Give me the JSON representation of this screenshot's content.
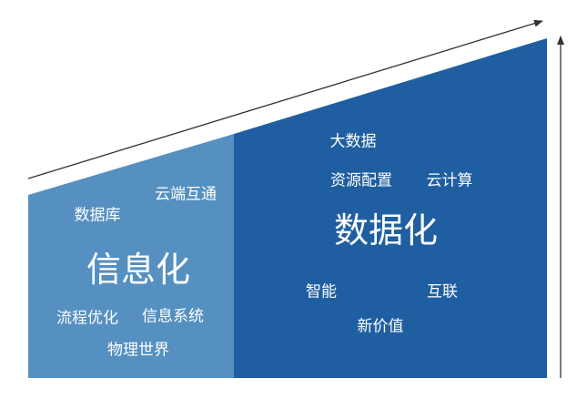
{
  "colors": {
    "left_section": "#5590c0",
    "right_section": "#1f5fa1",
    "arrow": "#333333",
    "text": "#ffffff"
  },
  "left": {
    "title": "信息化",
    "terms": {
      "cloud_interconnect": "云端互通",
      "database": "数据库",
      "process_optimization": "流程优化",
      "information_system": "信息系统",
      "physical_world": "物理世界"
    }
  },
  "right": {
    "title": "数据化",
    "terms": {
      "big_data": "大数据",
      "resource_allocation": "资源配置",
      "cloud_computing": "云计算",
      "intelligence": "智能",
      "interconnection": "互联",
      "new_value": "新价值"
    }
  }
}
